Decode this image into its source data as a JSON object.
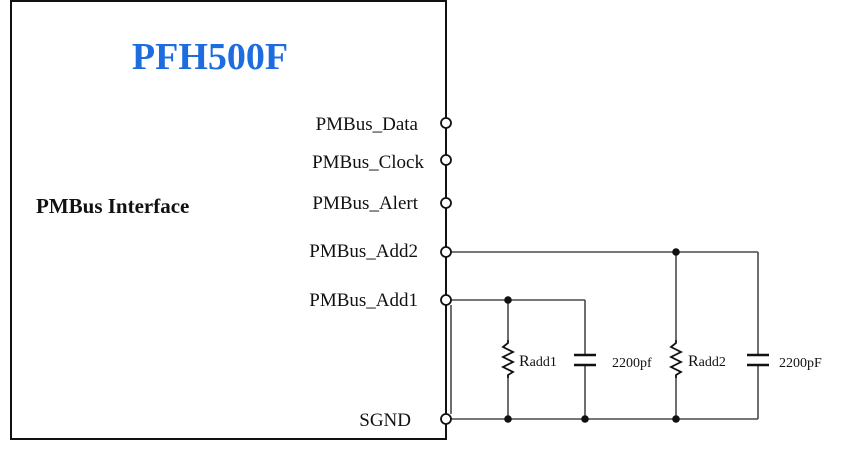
{
  "module": {
    "title": "PFH500F",
    "interface_label": "PMBus Interface",
    "title_color": "#1d6de0"
  },
  "pins": [
    {
      "label": "PMBus_Data"
    },
    {
      "label": "PMBus_Clock"
    },
    {
      "label": "PMBus_Alert"
    },
    {
      "label": "PMBus_Add2"
    },
    {
      "label": "PMBus_Add1"
    },
    {
      "label": "SGND"
    }
  ],
  "components": {
    "r1": {
      "prefix": "R",
      "subscript": "add1",
      "icon": "resistor-icon"
    },
    "c1": {
      "value": "2200pf",
      "icon": "capacitor-icon"
    },
    "r2": {
      "prefix": "R",
      "subscript": "add2",
      "icon": "resistor-icon"
    },
    "c2": {
      "value": "2200pF",
      "icon": "capacitor-icon"
    }
  }
}
